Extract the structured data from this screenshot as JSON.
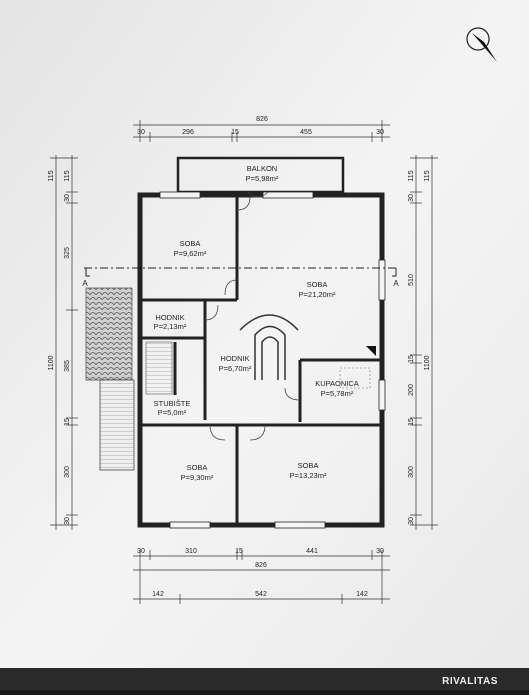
{
  "rooms": {
    "balkon": {
      "name": "BALKON",
      "area": "P=5,98m²"
    },
    "soba1": {
      "name": "SOBA",
      "area": "P=9,62m²"
    },
    "soba2": {
      "name": "SOBA",
      "area": "P=21,20m²"
    },
    "hodnik1": {
      "name": "HODNIK",
      "area": "P=2,13m²"
    },
    "hodnik2": {
      "name": "HODNIK",
      "area": "P=6,70m²"
    },
    "kupaonica": {
      "name": "KUPAONICA",
      "area": "P=5,78m²"
    },
    "stubiste": {
      "name": "STUBIŠTE",
      "area": "P=5,0m²"
    },
    "soba3": {
      "name": "SOBA",
      "area": "P=9,30m²"
    },
    "soba4": {
      "name": "SOBA",
      "area": "P=13,23m²"
    }
  },
  "section_marks": {
    "left": "A",
    "right": "A"
  },
  "dims": {
    "top_total": "826",
    "top_parts": [
      "30",
      "296",
      "15",
      "455",
      "30"
    ],
    "bottom_parts": [
      "30",
      "310",
      "15",
      "441",
      "30"
    ],
    "bottom_total": "826",
    "bottom_offsets": [
      "142",
      "542",
      "142"
    ],
    "left_total": "1100",
    "left_parts": [
      "115",
      "30",
      "325",
      "385",
      "15",
      "300",
      "30"
    ],
    "left_top": "115",
    "right_total": "1100",
    "right_parts": [
      "115",
      "30",
      "510",
      "15",
      "200",
      "15",
      "300",
      "30"
    ],
    "right_top": "115"
  },
  "watermark": "RIVALITAS"
}
